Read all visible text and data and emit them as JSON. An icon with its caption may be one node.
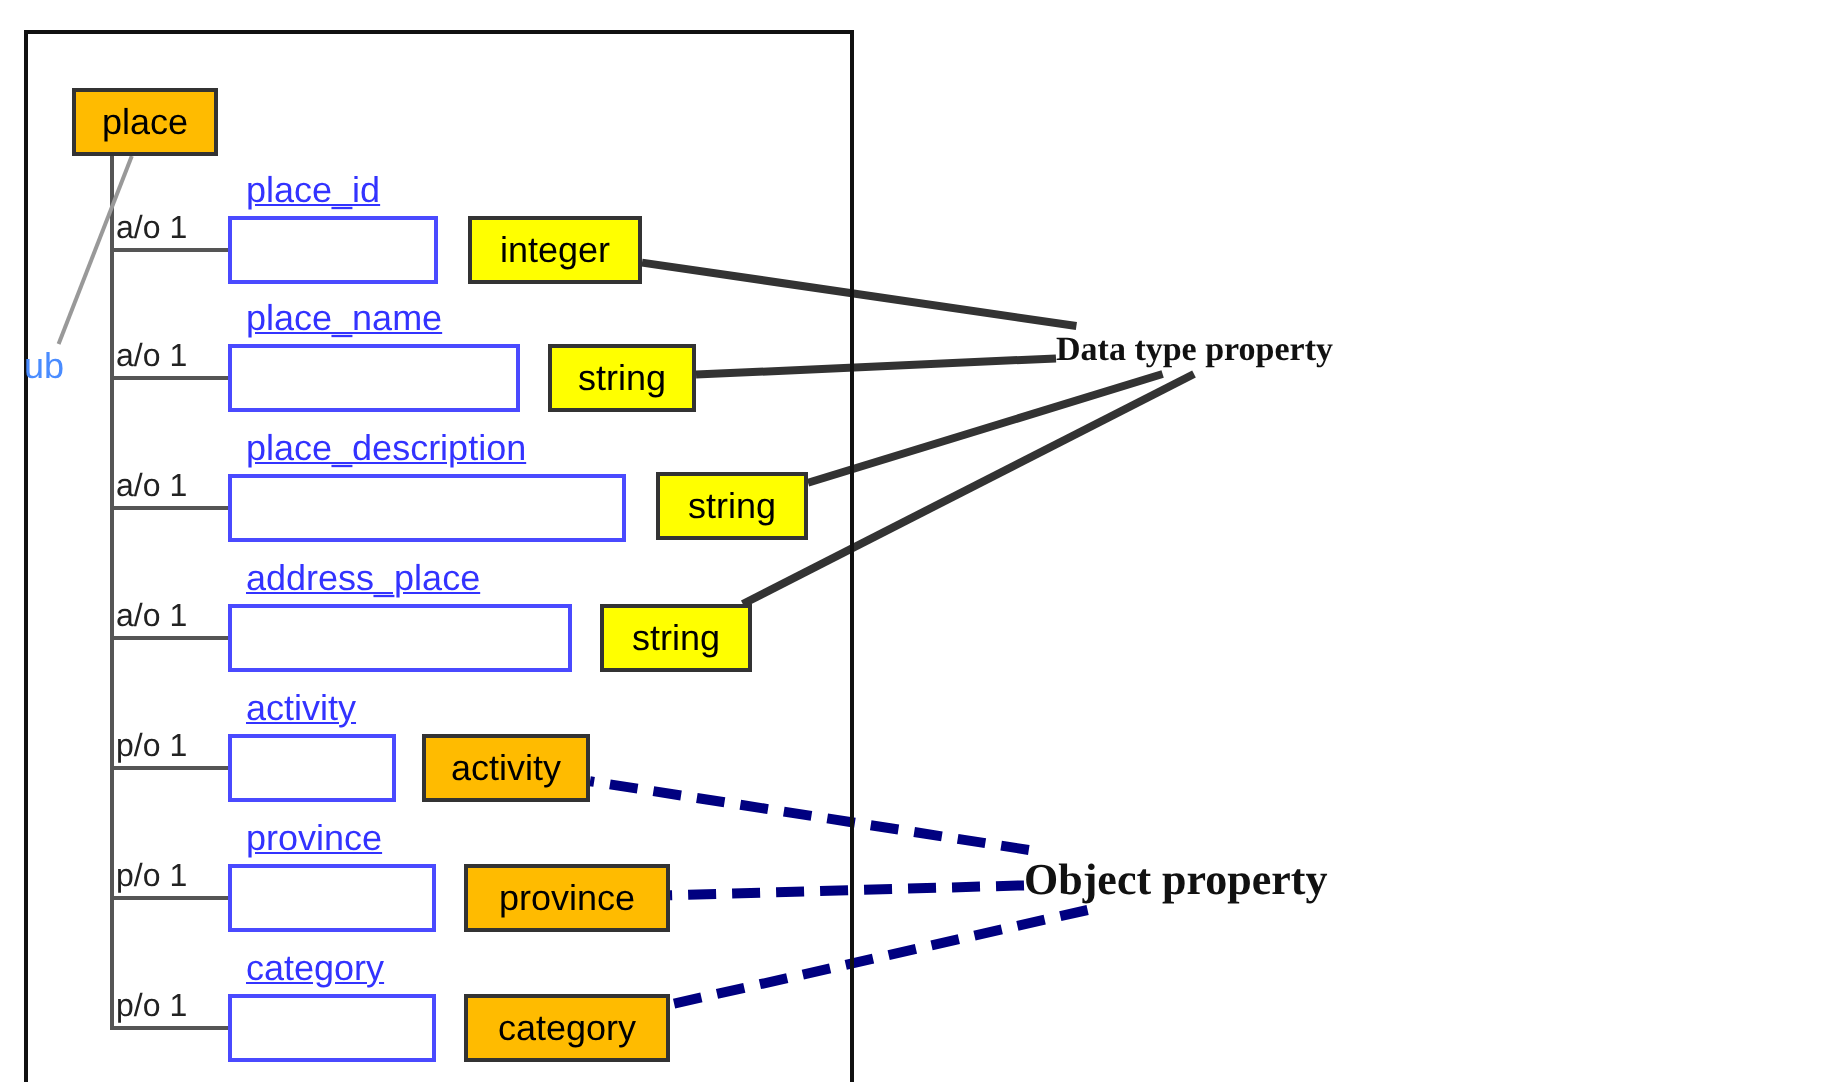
{
  "diagram": {
    "nodes": [
      {
        "text": [
          "place"
        ]
      },
      {
        "text": [
          "place_id"
        ]
      },
      {
        "text": [
          "integer"
        ]
      },
      {
        "text": [
          "place_name"
        ]
      },
      {
        "text": [
          "string"
        ]
      },
      {
        "text": [
          "place_description"
        ]
      },
      {
        "text": [
          "string"
        ]
      },
      {
        "text": [
          "address_place"
        ]
      },
      {
        "text": [
          "string"
        ]
      },
      {
        "text": [
          "activity"
        ]
      },
      {
        "text": [
          "activity"
        ]
      },
      {
        "text": [
          "province"
        ]
      },
      {
        "text": [
          "province"
        ]
      },
      {
        "text": [
          "category"
        ]
      },
      {
        "text": [
          "category"
        ]
      },
      {
        "text": [
          "Data type property"
        ]
      },
      {
        "text": [
          "Object property"
        ]
      },
      {
        "text": [
          "ub"
        ]
      }
    ],
    "edges": [
      {
        "from": 0,
        "to": 1,
        "arrow": "none",
        "label": "a/o 1"
      },
      {
        "from": 0,
        "to": 3,
        "arrow": "none",
        "label": "a/o 1"
      },
      {
        "from": 0,
        "to": 5,
        "arrow": "none",
        "label": "a/o 1"
      },
      {
        "from": 0,
        "to": 7,
        "arrow": "none",
        "label": "a/o 1"
      },
      {
        "from": 0,
        "to": 9,
        "arrow": "none",
        "label": "p/o 1"
      },
      {
        "from": 0,
        "to": 11,
        "arrow": "none",
        "label": "p/o 1"
      },
      {
        "from": 0,
        "to": 13,
        "arrow": "none",
        "label": "p/o 1"
      },
      {
        "from": 0,
        "to": 17,
        "arrow": "none",
        "color": "#999999"
      },
      {
        "from": 15,
        "to": 2,
        "arrow": "none",
        "style": "thick",
        "color": "#333333"
      },
      {
        "from": 15,
        "to": 4,
        "arrow": "none",
        "style": "thick",
        "color": "#333333"
      },
      {
        "from": 15,
        "to": 6,
        "arrow": "none",
        "style": "thick",
        "color": "#333333"
      },
      {
        "from": 15,
        "to": 8,
        "arrow": "none",
        "style": "thick",
        "color": "#333333"
      },
      {
        "from": 16,
        "to": 10,
        "arrow": "none",
        "style": "dashed",
        "color": "#000080"
      },
      {
        "from": 16,
        "to": 12,
        "arrow": "none",
        "style": "dashed",
        "color": "#000080"
      },
      {
        "from": 16,
        "to": 14,
        "arrow": "none",
        "style": "dashed",
        "color": "#000080"
      }
    ]
  }
}
